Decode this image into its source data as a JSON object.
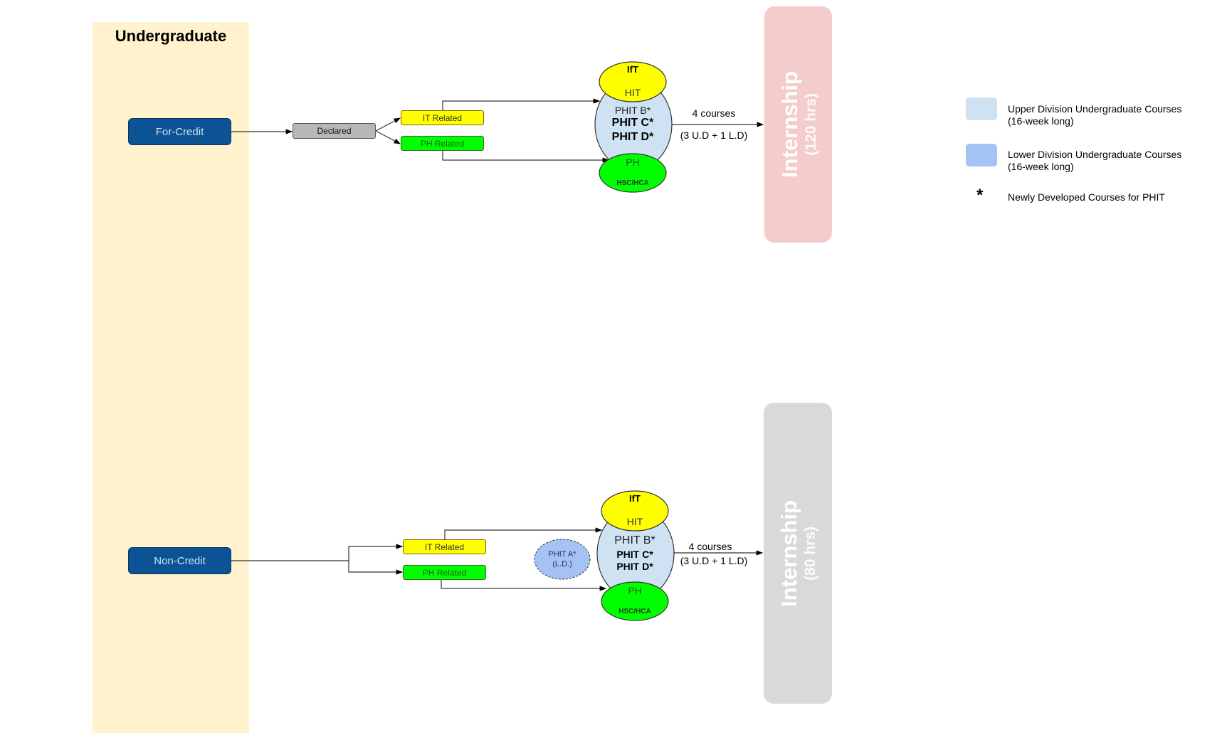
{
  "column": {
    "title": "Undergraduate",
    "color": "#fff2cc"
  },
  "colors": {
    "track_button": "#0b5394",
    "declared": "#b7b7b7",
    "it": "#ffff00",
    "ph": "#00ff00",
    "upper_division": "#cfe2f3",
    "lower_division": "#a4c2f4",
    "internship_credit": "#f4cccc",
    "internship_noncredit": "#d9d9d9"
  },
  "tracks": [
    {
      "name": "For-Credit",
      "declared_label": "Declared",
      "branches": [
        "IT Related",
        "PH Related"
      ],
      "cluster": {
        "top_label": "IfT",
        "top_inner": "HIT",
        "courses": [
          "PHIT B*",
          "PHIT C*",
          "PHIT D*"
        ],
        "bottom_inner": "PH",
        "bottom_label": "HSC/HCA"
      },
      "flow_top": "4 courses",
      "flow_bottom": "(3 U.D + 1 L.D)",
      "internship": {
        "label": "Internship",
        "hours": "(120 hrs)"
      }
    },
    {
      "name": "Non-Credit",
      "branches": [
        "IT Related",
        "PH Related"
      ],
      "prereq": {
        "line1": "PHIT A*",
        "line2": "(L.D.)"
      },
      "cluster": {
        "top_label": "IfT",
        "top_inner": "HIT",
        "courses": [
          "PHIT B*",
          "PHIT C*",
          "PHIT D*"
        ],
        "bottom_inner": "PH",
        "bottom_label": "HSC/HCA"
      },
      "flow_top": "4 courses",
      "flow_bottom": "(3 U.D + 1 L.D)",
      "internship": {
        "label": "Internship",
        "hours": "(80 hrs)"
      }
    }
  ],
  "legend": [
    {
      "type": "swatch",
      "color": "#cfe2f3",
      "line1": "Upper Division Undergraduate Courses",
      "line2": "(16-week long)"
    },
    {
      "type": "swatch",
      "color": "#a4c2f4",
      "line1": "Lower Division Undergraduate Courses",
      "line2": "(16-week long)"
    },
    {
      "type": "symbol",
      "symbol": "*",
      "line1": "Newly Developed Courses for PHIT"
    }
  ]
}
